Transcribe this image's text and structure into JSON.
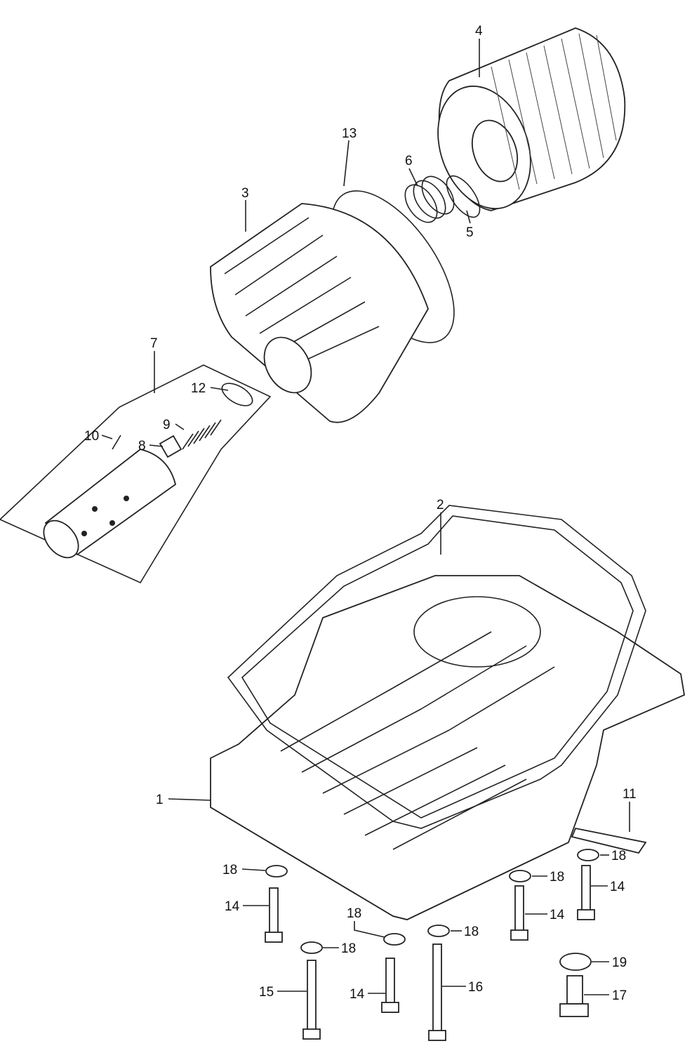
{
  "diagram": {
    "title": "Oil pan and oil filter exploded parts diagram",
    "callouts": [
      {
        "id": "c4",
        "text": "4"
      },
      {
        "id": "c13",
        "text": "13"
      },
      {
        "id": "c6",
        "text": "6"
      },
      {
        "id": "c5",
        "text": "5"
      },
      {
        "id": "c3",
        "text": "3"
      },
      {
        "id": "c7",
        "text": "7"
      },
      {
        "id": "c12",
        "text": "12"
      },
      {
        "id": "c9",
        "text": "9"
      },
      {
        "id": "c10",
        "text": "10"
      },
      {
        "id": "c8",
        "text": "8"
      },
      {
        "id": "c2",
        "text": "2"
      },
      {
        "id": "c1",
        "text": "1"
      },
      {
        "id": "c11",
        "text": "11"
      },
      {
        "id": "c18a",
        "text": "18"
      },
      {
        "id": "c18b",
        "text": "18"
      },
      {
        "id": "c14a",
        "text": "14"
      },
      {
        "id": "c18c",
        "text": "18"
      },
      {
        "id": "c14b",
        "text": "14"
      },
      {
        "id": "c14c",
        "text": "14"
      },
      {
        "id": "c18d",
        "text": "18"
      },
      {
        "id": "c18e",
        "text": "18"
      },
      {
        "id": "c18f",
        "text": "18"
      },
      {
        "id": "c15",
        "text": "15"
      },
      {
        "id": "c14d",
        "text": "14"
      },
      {
        "id": "c16",
        "text": "16"
      },
      {
        "id": "c19",
        "text": "19"
      },
      {
        "id": "c17",
        "text": "17"
      }
    ]
  }
}
